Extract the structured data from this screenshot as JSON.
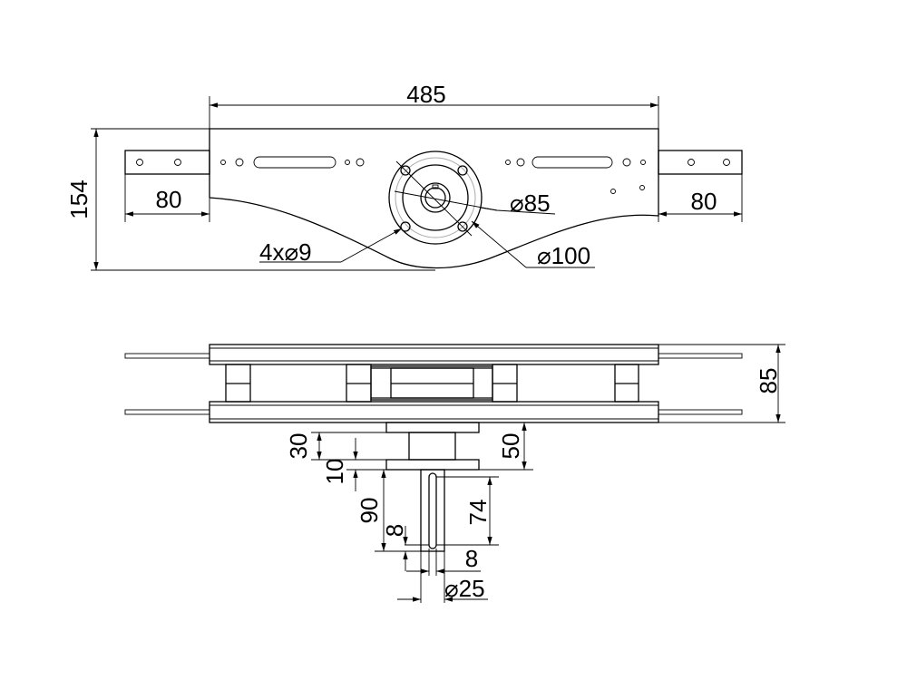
{
  "top_view": {
    "overall_width": "485",
    "overall_height": "154",
    "left_bracket": "80",
    "right_bracket": "80",
    "bore_diameter": "⌀85",
    "flange_diameter": "⌀100",
    "bolt_holes": "4x⌀9"
  },
  "side_view": {
    "height": "85",
    "hub_height": "30",
    "flange_thickness": "10",
    "total_hub": "50",
    "shaft_length": "90",
    "slot_length": "74",
    "slot_offset": "8",
    "slot_width": "8",
    "shaft_diameter": "⌀25"
  }
}
